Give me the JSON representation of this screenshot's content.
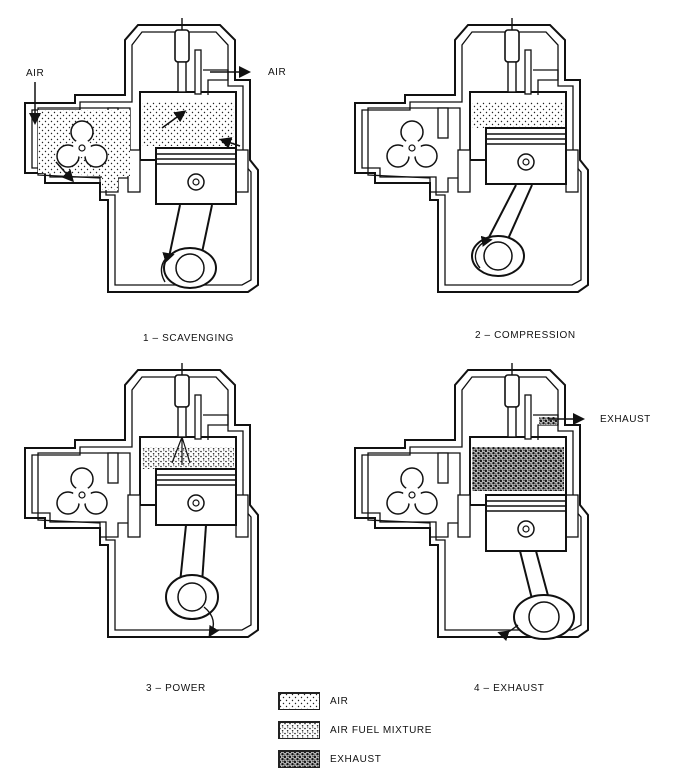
{
  "panels": [
    {
      "caption": "1 – SCAVENGING"
    },
    {
      "caption": "2 – COMPRESSION"
    },
    {
      "caption": "3 – POWER"
    },
    {
      "caption": "4 – EXHAUST"
    }
  ],
  "labels": {
    "air_in": "AIR",
    "air_out": "AIR",
    "exhaust_out": "EXHAUST"
  },
  "legend": [
    {
      "label": "AIR",
      "pattern": "air"
    },
    {
      "label": "AIR FUEL MIXTURE",
      "pattern": "mix"
    },
    {
      "label": "EXHAUST",
      "pattern": "exhaust"
    }
  ],
  "colors": {
    "ink": "#111111",
    "paper": "#ffffff"
  }
}
